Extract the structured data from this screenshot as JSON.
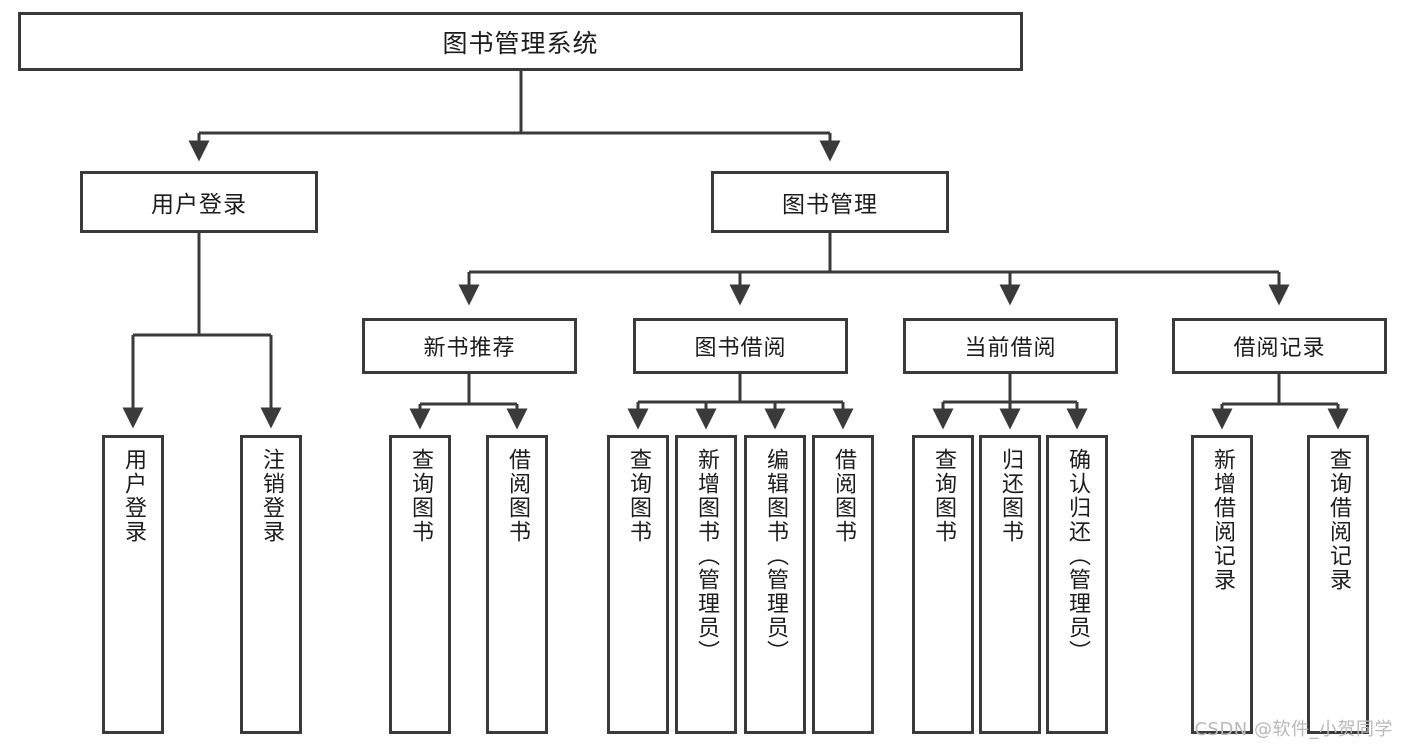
{
  "diagram": {
    "title": "图书管理系统",
    "type": "tree-hierarchy",
    "colors": {
      "background": "#ffffff",
      "box_border": "#3a3a3a",
      "box_fill": "#ffffff",
      "connector": "#3a3a3a",
      "text": "#1c1c1c",
      "watermark": "#b9b9b9"
    }
  },
  "root": {
    "label": "图书管理系统"
  },
  "level2": [
    {
      "label": "用户登录"
    },
    {
      "label": "图书管理"
    }
  ],
  "level3": [
    {
      "label": "新书推荐"
    },
    {
      "label": "图书借阅"
    },
    {
      "label": "当前借阅"
    },
    {
      "label": "借阅记录"
    }
  ],
  "leaves": {
    "user_login": [
      {
        "label": "用户登录"
      },
      {
        "label": "注销登录"
      }
    ],
    "new_book_recommend": [
      {
        "label": "查询图书"
      },
      {
        "label": "借阅图书"
      }
    ],
    "book_borrow": [
      {
        "label": "查询图书"
      },
      {
        "label": "新增图书（管理员）"
      },
      {
        "label": "编辑图书（管理员）"
      },
      {
        "label": "借阅图书"
      }
    ],
    "current_borrow": [
      {
        "label": "查询图书"
      },
      {
        "label": "归还图书"
      },
      {
        "label": "确认归还（管理员）"
      }
    ],
    "borrow_record": [
      {
        "label": "新增借阅记录"
      },
      {
        "label": "查询借阅记录"
      }
    ]
  },
  "watermark": {
    "text": "CSDN @软件_小贺同学"
  }
}
